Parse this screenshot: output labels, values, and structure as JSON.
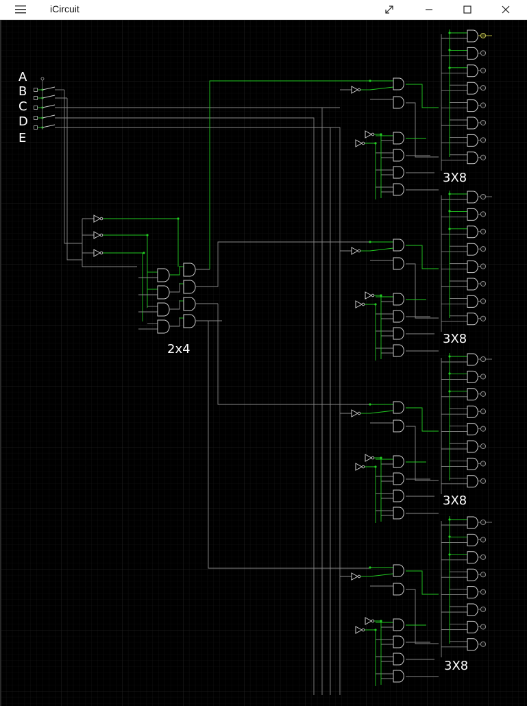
{
  "window": {
    "title": "iCircuit",
    "menu_icon": "hamburger-menu-icon",
    "controls": [
      "expand-icon",
      "minimize-icon",
      "maximize-icon",
      "close-icon"
    ]
  },
  "canvas": {
    "background": "#000000",
    "grid_color": "#1f1f1f",
    "wire_color": "#8a8a8a",
    "active_wire_color": "#22cc22",
    "gate_color": "#cfcfcf"
  },
  "labels": {
    "inputs": [
      "A",
      "B",
      "C",
      "D",
      "E"
    ],
    "decoder_2x4": "2x4",
    "decoder_3x8": [
      "3X8",
      "3X8",
      "3X8",
      "3X8"
    ]
  }
}
